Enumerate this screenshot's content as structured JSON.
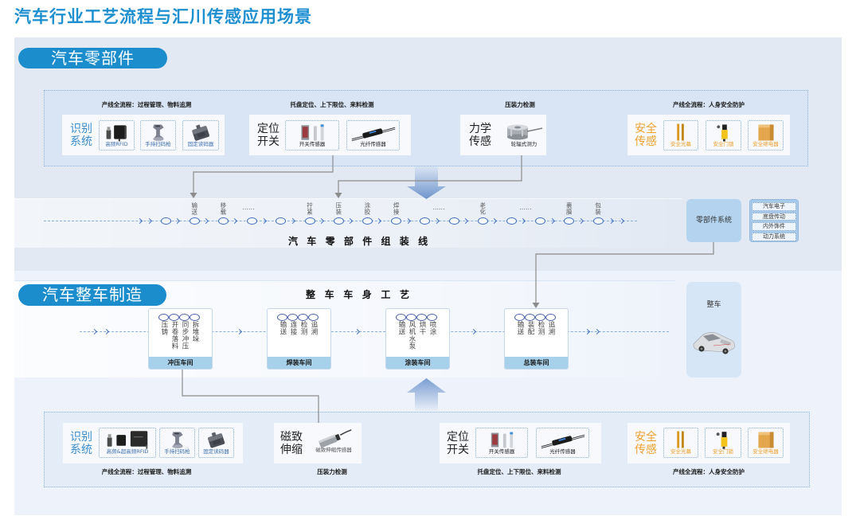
{
  "page_title": "汽车行业工艺流程与汇川传感应用场景",
  "colors": {
    "title_blue": "#1e8fd1",
    "section_pill_blue": "#1b8dcd",
    "identification_blue": "#3a8dcf",
    "safety_orange": "#f0a12e",
    "workshop_footer_blue": "#a7d1ea",
    "system_box_blue": "#b3d3ef"
  },
  "parts": {
    "section_label": "汽车零部件",
    "groups": [
      {
        "caption": "产线全流程：过程管理、物料追溯",
        "title": "识别系统",
        "items": [
          {
            "label": "高频RFID",
            "icon": "rfid-reader-icon"
          },
          {
            "label": "手持扫码枪",
            "icon": "handheld-scanner-icon"
          },
          {
            "label": "固定读码器",
            "icon": "fixed-code-reader-icon"
          }
        ]
      },
      {
        "caption": "托盘定位、上下限位、来料检测",
        "title": "定位开关",
        "items": [
          {
            "label": "开关传感器",
            "icon": "switch-sensor-icon"
          },
          {
            "label": "光纤传感器",
            "icon": "fiber-optic-sensor-icon"
          }
        ]
      },
      {
        "caption": "压装力检测",
        "title": "力学传感",
        "items": [
          {
            "label": "轮辐式测力",
            "icon": "spoke-load-cell-icon"
          }
        ]
      },
      {
        "caption": "产线全流程：人身安全防护",
        "title": "安全传感",
        "items": [
          {
            "label": "安全光幕",
            "icon": "safety-light-curtain-icon"
          },
          {
            "label": "安全门锁",
            "icon": "safety-door-lock-icon"
          },
          {
            "label": "安全继电器",
            "icon": "safety-relay-icon"
          }
        ]
      }
    ],
    "assembly_line": {
      "title": "汽车零部件组装线",
      "stations": [
        "",
        "输送",
        "移载",
        "",
        "",
        "拧紧",
        "压装",
        "涂胶",
        "焊接",
        "",
        "",
        "老化",
        "",
        "",
        "裹膜",
        "包装"
      ],
      "ellipsis": [
        "......",
        "......",
        "......"
      ]
    },
    "system": {
      "label": "零部件系统",
      "categories": [
        "汽车电子",
        "底盘传动",
        "内外饰件",
        "动力系统"
      ]
    }
  },
  "vehicle": {
    "section_label": "汽车整车制造",
    "process_title": "整车车身工艺",
    "workshops": [
      {
        "name": "冲压车间",
        "steps": [
          "压铸",
          "开卷落料",
          "同步冲压",
          "拆堆垛"
        ]
      },
      {
        "name": "焊装车间",
        "steps": [
          "输送",
          "连接",
          "检测",
          "追溯"
        ]
      },
      {
        "name": "涂装车间",
        "steps": [
          "输送",
          "风机水泵",
          "烘干",
          "喷涂"
        ]
      },
      {
        "name": "总装车间",
        "steps": [
          "输送",
          "装配",
          "检测",
          "追溯"
        ]
      }
    ],
    "output": {
      "label": "整车",
      "icon": "car-icon"
    },
    "groups": [
      {
        "caption": "产线全流程：过程管理、物料追溯",
        "title": "识别系统",
        "items": [
          {
            "label": "高频&超高频RFID",
            "icon": "rfid-reader-icon"
          },
          {
            "label": "手持扫码枪",
            "icon": "handheld-scanner-icon"
          },
          {
            "label": "固定读码器",
            "icon": "fixed-code-reader-icon"
          }
        ]
      },
      {
        "caption": "压装力检测",
        "title": "磁致伸缩",
        "items": [
          {
            "label": "磁致伸缩传感器",
            "icon": "magnetostrictive-sensor-icon"
          }
        ]
      },
      {
        "caption": "托盘定位、上下限位、来料检测",
        "title": "定位开关",
        "items": [
          {
            "label": "开关传感器",
            "icon": "switch-sensor-icon"
          },
          {
            "label": "光纤传感器",
            "icon": "fiber-optic-sensor-icon"
          }
        ]
      },
      {
        "caption": "产线全流程：人身安全防护",
        "title": "安全传感",
        "items": [
          {
            "label": "安全光幕",
            "icon": "safety-light-curtain-icon"
          },
          {
            "label": "安全门锁",
            "icon": "safety-door-lock-icon"
          },
          {
            "label": "安全继电器",
            "icon": "safety-relay-icon"
          }
        ]
      }
    ]
  }
}
